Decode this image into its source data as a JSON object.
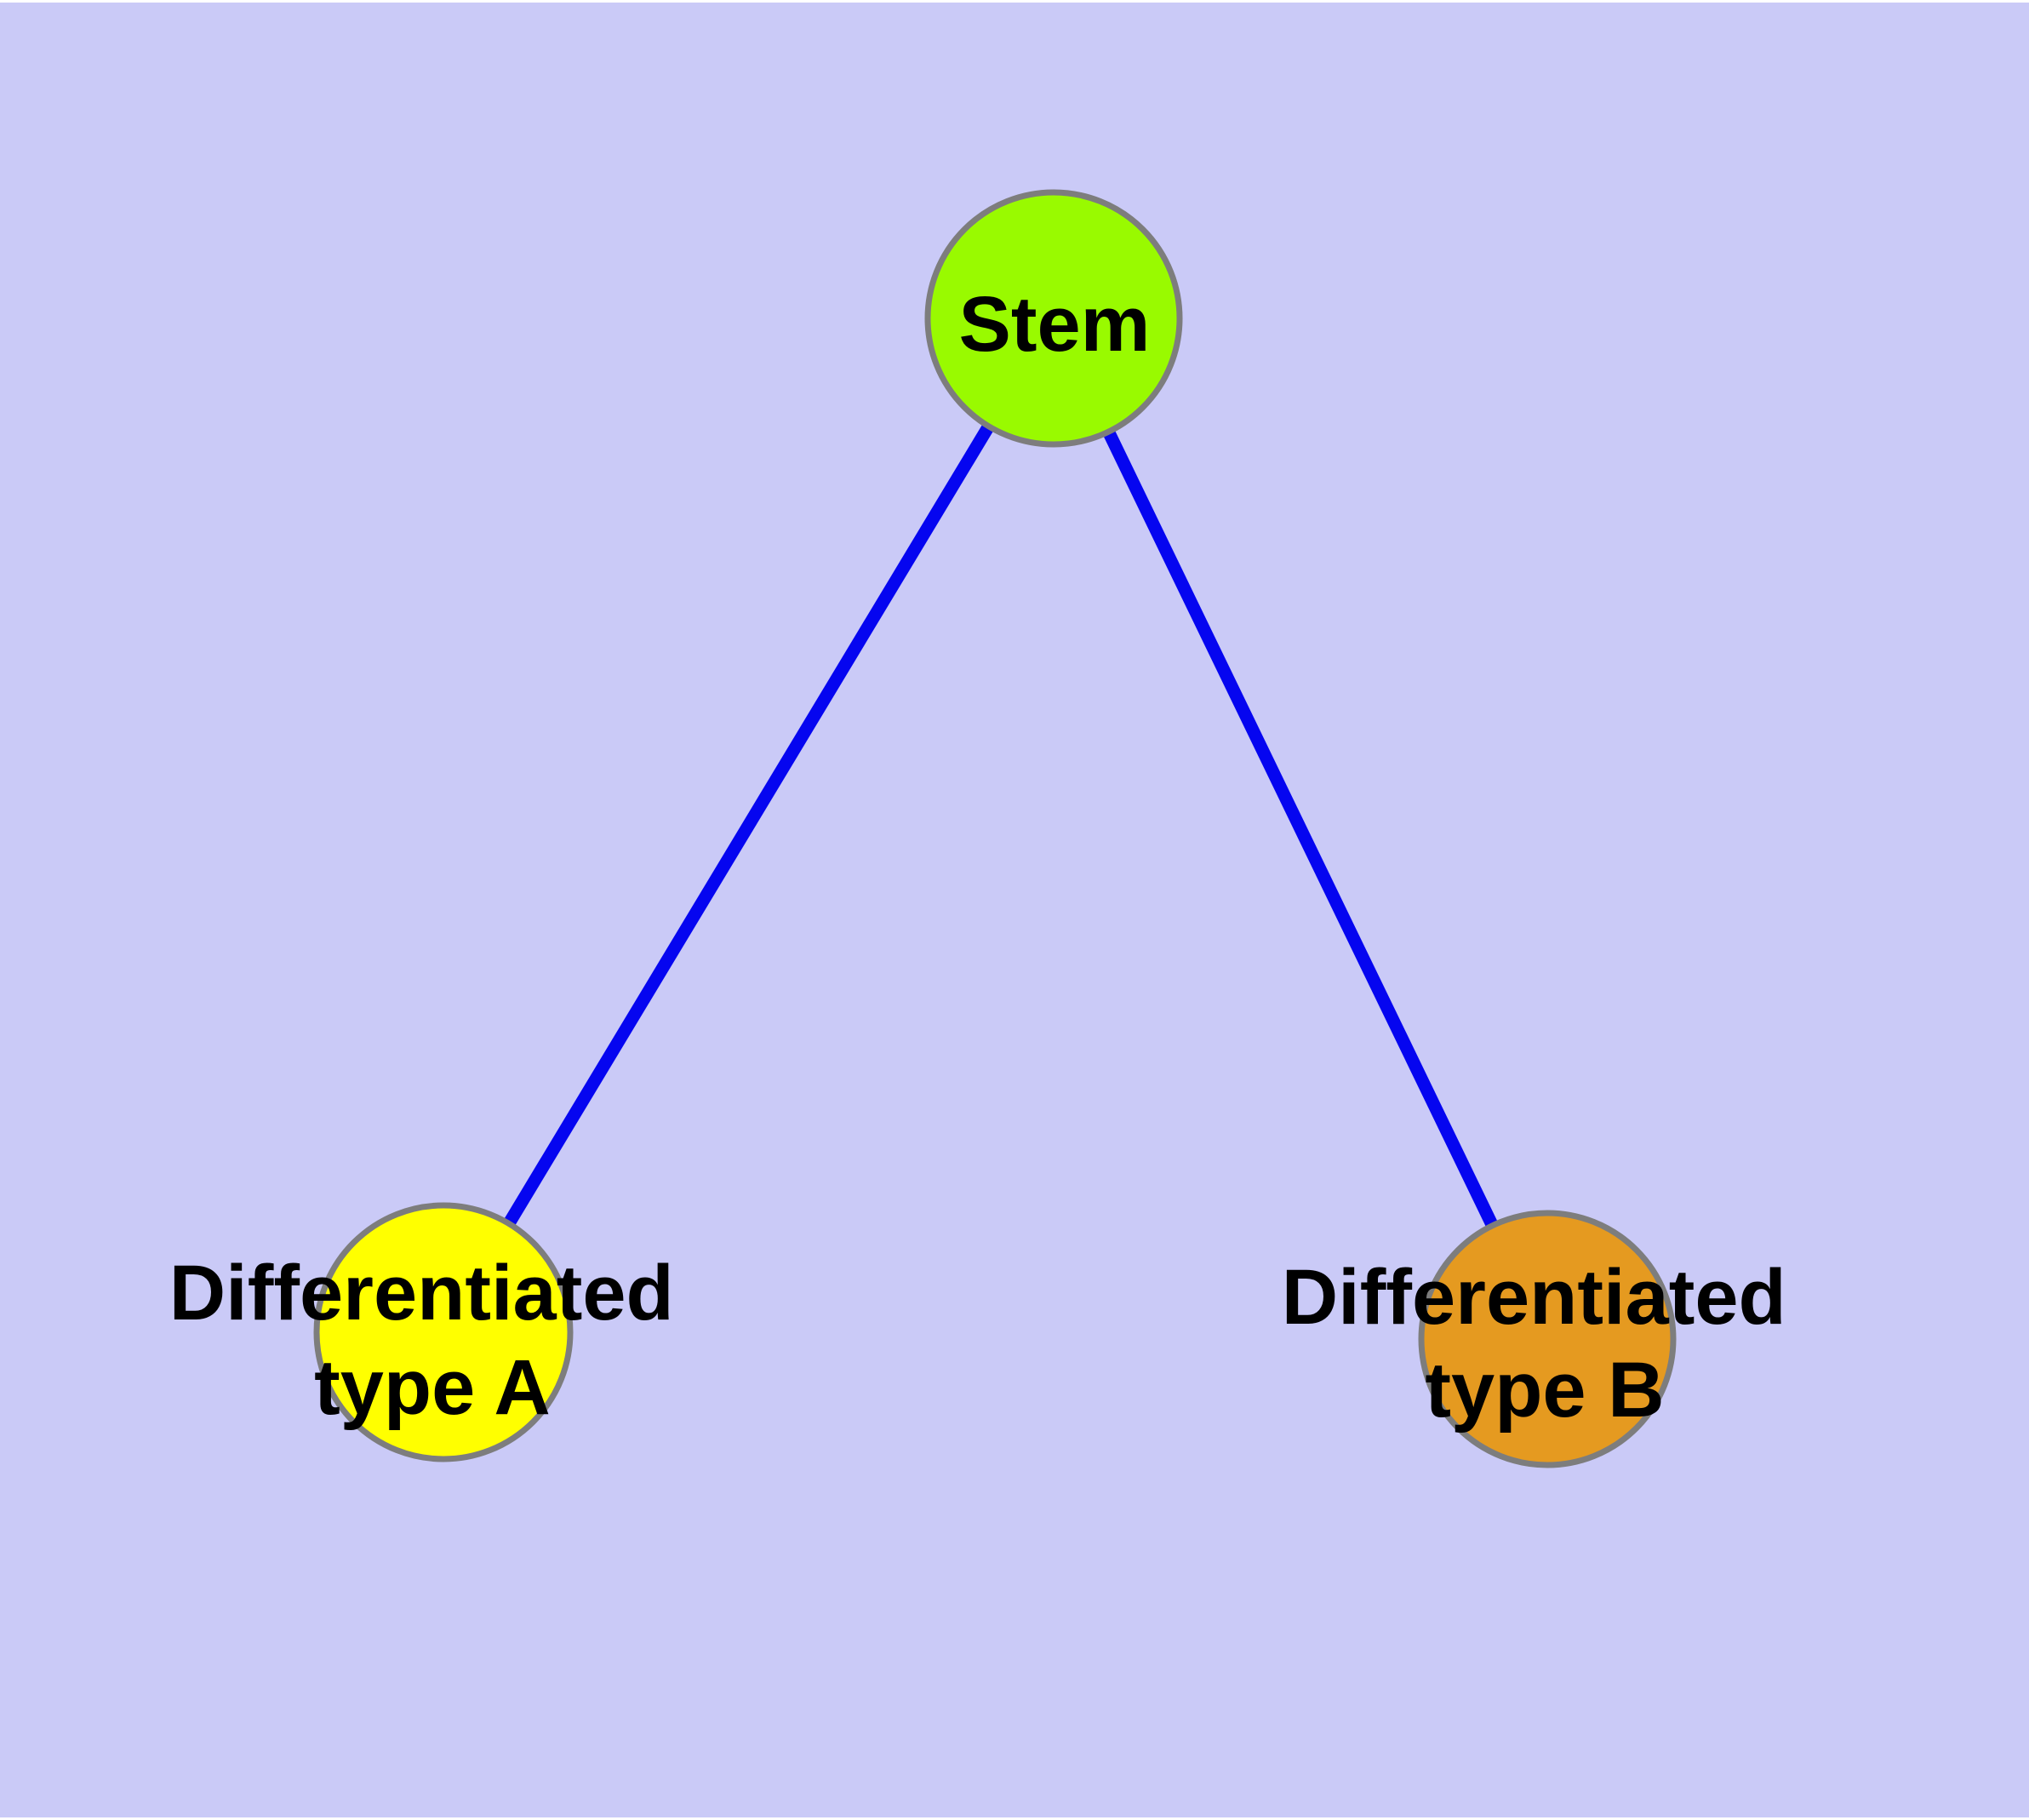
{
  "diagram": {
    "type": "graph",
    "description": "Stem cell differentiation tree: one Stem node connected by two edges to Differentiated type A and Differentiated type B nodes",
    "background_color": "#cacaf7",
    "page_border_color": "#ffffff",
    "edge_color": "#0505f0",
    "node_border_color": "#7d7d7d",
    "label_color": "#000000",
    "nodes": [
      {
        "id": "stem",
        "label": "Stem",
        "fill": "#99fa00"
      },
      {
        "id": "typeA",
        "label_line1": "Differentiated",
        "label_line2": "type A",
        "fill": "#ffff00"
      },
      {
        "id": "typeB",
        "label_line1": "Differentiated",
        "label_line2": "type B",
        "fill": "#e59a20"
      }
    ],
    "edges": [
      {
        "from": "stem",
        "to": "typeA"
      },
      {
        "from": "stem",
        "to": "typeB"
      }
    ]
  }
}
